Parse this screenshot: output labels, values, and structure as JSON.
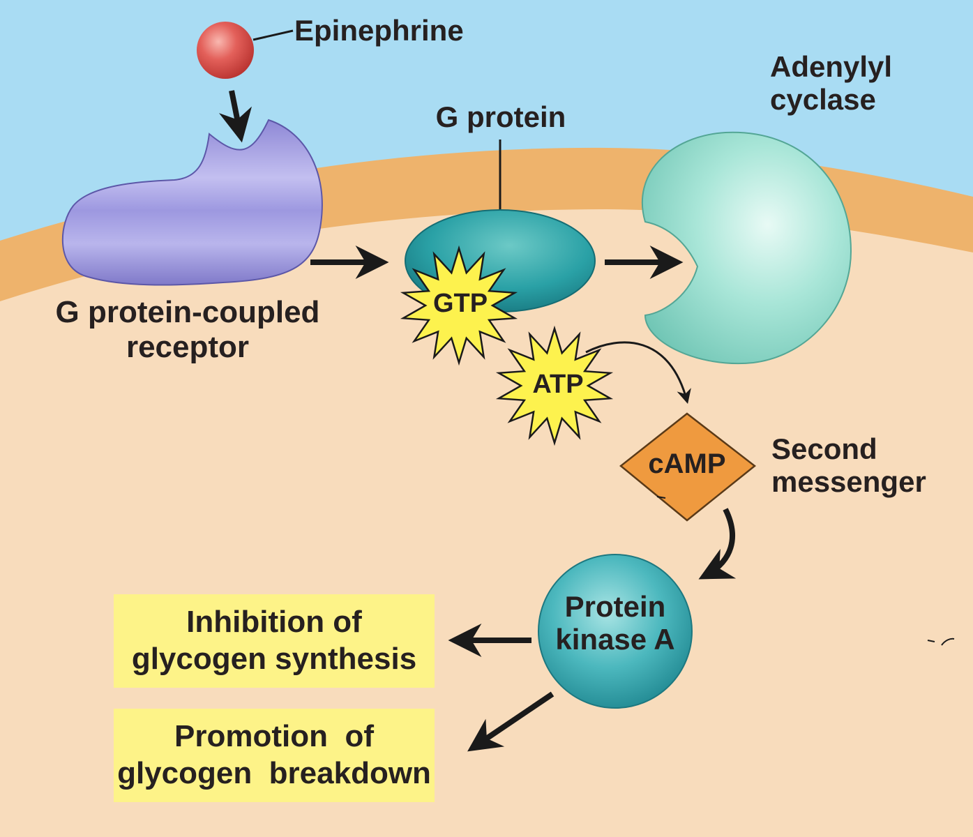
{
  "labels": {
    "epinephrine": "Epinephrine",
    "g_protein": "G protein",
    "adenylyl_cyclase": [
      "Adenylyl",
      "cyclase"
    ],
    "gpcr": [
      "G protein-coupled",
      "receptor"
    ],
    "gtp": "GTP",
    "atp": "ATP",
    "camp": "cAMP",
    "second_messenger": [
      "Second",
      "messenger"
    ],
    "protein_kinase_a": [
      "Protein",
      "kinase A"
    ]
  },
  "outcomes": [
    {
      "lines": [
        "Inhibition of",
        "glycogen synthesis"
      ]
    },
    {
      "lines": [
        "Promotion  of",
        "glycogen  breakdown"
      ]
    }
  ],
  "colors": {
    "extracellular": "#a9dcf3",
    "membrane": "#eeb36c",
    "cytoplasm": "#f8dcbc",
    "receptor": "#a7a3e4",
    "g_protein": "#2aa6aa",
    "adenylyl_cyclase": "#a6e6d8",
    "starburst": "#fdf24e",
    "camp": "#ef9a3f",
    "outcome_box": "#fdf388",
    "ligand": "#e05a55"
  }
}
